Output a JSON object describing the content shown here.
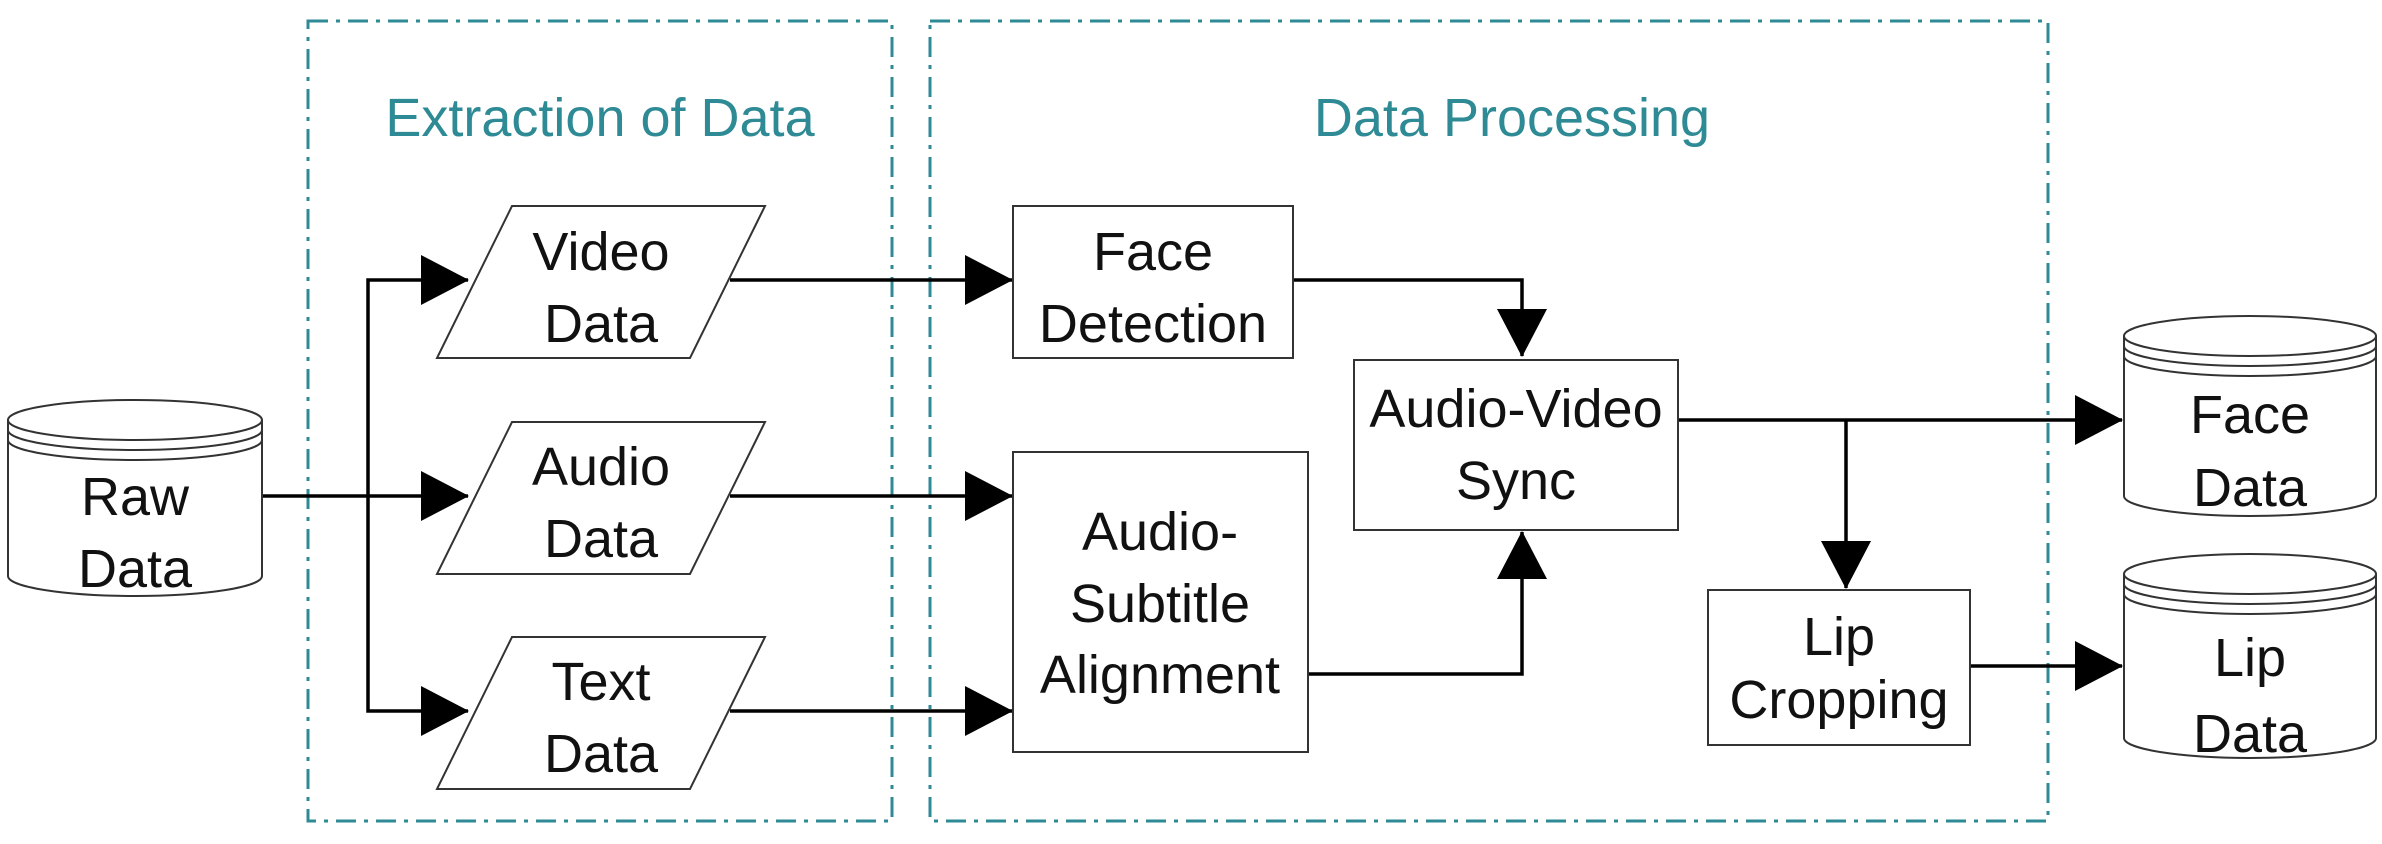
{
  "colors": {
    "group_border": "#2e8a94",
    "group_title": "#2e8a94",
    "shape_stroke": "#333333",
    "arrow": "#000000",
    "text": "#111111"
  },
  "groups": {
    "extraction": {
      "title": "Extraction of Data"
    },
    "processing": {
      "title": "Data Processing"
    }
  },
  "nodes": {
    "raw_data": {
      "shape": "database",
      "line1": "Raw",
      "line2": "Data"
    },
    "video_data": {
      "shape": "parallelogram",
      "line1": "Video",
      "line2": "Data"
    },
    "audio_data": {
      "shape": "parallelogram",
      "line1": "Audio",
      "line2": "Data"
    },
    "text_data": {
      "shape": "parallelogram",
      "line1": "Text",
      "line2": "Data"
    },
    "face_detection": {
      "shape": "rectangle",
      "line1": "Face",
      "line2": "Detection"
    },
    "audio_subtitle_alignment": {
      "shape": "rectangle",
      "line1": "Audio-",
      "line2": "Subtitle",
      "line3": "Alignment"
    },
    "audio_video_sync": {
      "shape": "rectangle",
      "line1": "Audio-Video",
      "line2": "Sync"
    },
    "lip_cropping": {
      "shape": "rectangle",
      "line1": "Lip",
      "line2": "Cropping"
    },
    "face_data": {
      "shape": "database",
      "line1": "Face",
      "line2": "Data"
    },
    "lip_data": {
      "shape": "database",
      "line1": "Lip",
      "line2": "Data"
    }
  },
  "edges": [
    {
      "from": "raw_data",
      "to": "video_data"
    },
    {
      "from": "raw_data",
      "to": "audio_data"
    },
    {
      "from": "raw_data",
      "to": "text_data"
    },
    {
      "from": "video_data",
      "to": "face_detection"
    },
    {
      "from": "audio_data",
      "to": "audio_subtitle_alignment"
    },
    {
      "from": "text_data",
      "to": "audio_subtitle_alignment"
    },
    {
      "from": "face_detection",
      "to": "audio_video_sync"
    },
    {
      "from": "audio_subtitle_alignment",
      "to": "audio_video_sync"
    },
    {
      "from": "audio_video_sync",
      "to": "face_data"
    },
    {
      "from": "audio_video_sync",
      "to": "lip_cropping"
    },
    {
      "from": "lip_cropping",
      "to": "lip_data"
    }
  ]
}
